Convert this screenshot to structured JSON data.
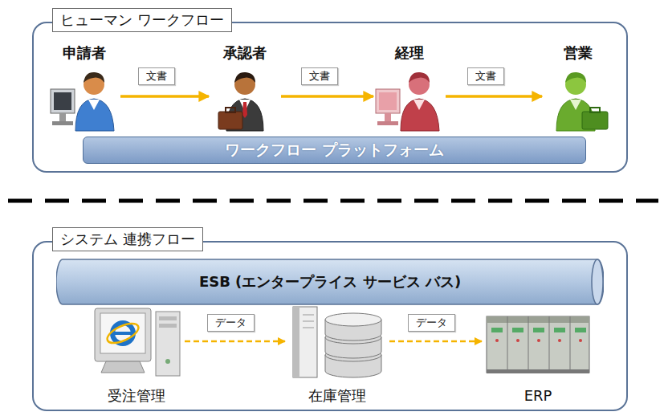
{
  "diagram": {
    "nodes": [
      {
        "text": [
          "ヒューマン ワークフロー"
        ]
      },
      {
        "text": [
          "申請者"
        ],
        "in": 0
      },
      {
        "text": [
          "承認者"
        ],
        "in": 0
      },
      {
        "text": [
          "経理"
        ],
        "in": 0
      },
      {
        "text": [
          "営業"
        ],
        "in": 0
      },
      {
        "text": [
          "ワークフロー プラットフォーム"
        ],
        "in": 0
      },
      {
        "text": [
          "システム 連携フロー"
        ]
      },
      {
        "text": [
          "ESB (エンタープライス サービス バス)"
        ],
        "in": 6
      },
      {
        "text": [
          "受注管理"
        ],
        "in": 6
      },
      {
        "text": [
          "在庫管理"
        ],
        "in": 6
      },
      {
        "text": [
          "ERP"
        ],
        "in": 6
      }
    ],
    "edges": [
      {
        "from": 1,
        "to": 2,
        "label": "文書",
        "arrow": "to"
      },
      {
        "from": 2,
        "to": 3,
        "label": "文書",
        "arrow": "to"
      },
      {
        "from": 3,
        "to": 4,
        "label": "文書",
        "arrow": "to"
      },
      {
        "from": 8,
        "to": 9,
        "label": "データ",
        "arrow": "to"
      },
      {
        "from": 9,
        "to": 10,
        "label": "データ",
        "arrow": "to"
      }
    ]
  }
}
